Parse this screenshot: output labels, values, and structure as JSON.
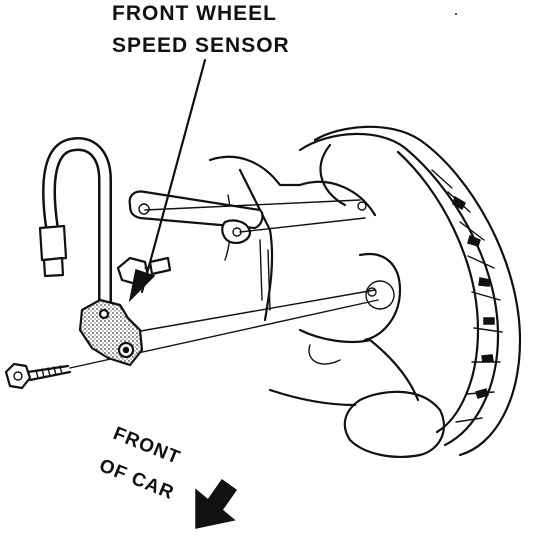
{
  "callouts": {
    "sensor_line1": "FRONT WHEEL",
    "sensor_line2": "SPEED SENSOR",
    "front_line1": "FRONT",
    "front_line2": "OF CAR"
  },
  "colors": {
    "ink": "#111111",
    "paper": "#ffffff",
    "stipple": "#555555"
  },
  "icons": {
    "direction": "arrow-down-left-icon"
  }
}
